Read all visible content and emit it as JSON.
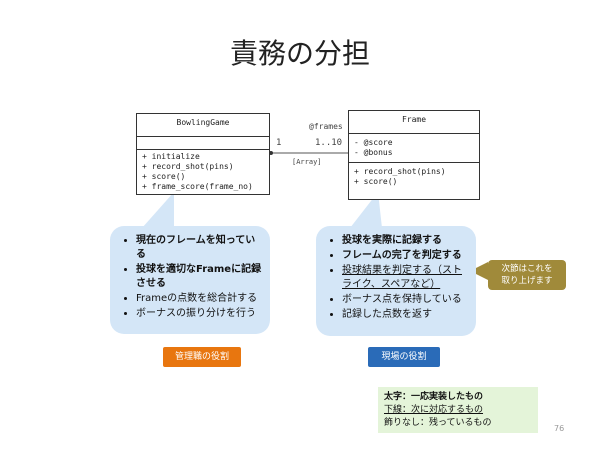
{
  "slide": {
    "title": "責務の分担",
    "page_number": "76"
  },
  "class_bowling": {
    "name": "BowlingGame",
    "methods": [
      "+ initialize",
      "+ record_shot(pins)",
      "+ score()",
      "+ frame_score(frame_no)"
    ]
  },
  "class_frame": {
    "name": "Frame",
    "attributes": [
      "- @score",
      "- @bonus"
    ],
    "methods": [
      "+ record_shot(pins)",
      "+ score()"
    ]
  },
  "association": {
    "role": "@frames",
    "left_multiplicity": "1",
    "right_multiplicity": "1..10",
    "type": "[Array]"
  },
  "bubble_left": {
    "items": [
      {
        "text": "現在のフレームを知っている",
        "style": "bold"
      },
      {
        "text": "投球を適切なFrameに記録させる",
        "style": "bold"
      },
      {
        "text": "Frameの点数を総合計する",
        "style": "plain"
      },
      {
        "text": "ボーナスの振り分けを行う",
        "style": "plain"
      }
    ]
  },
  "bubble_right": {
    "items": [
      {
        "text": "投球を実際に記録する",
        "style": "bold"
      },
      {
        "text": "フレームの完了を判定する",
        "style": "bold"
      },
      {
        "text": "投球結果を判定する（ストライク、スペアなど）",
        "style": "underline"
      },
      {
        "text": "ボーナス点を保持している",
        "style": "plain"
      },
      {
        "text": "記録した点数を返す",
        "style": "plain"
      }
    ]
  },
  "tags": {
    "left": "管理職の役割",
    "right": "現場の役割"
  },
  "callout": {
    "line1": "次節はこれを",
    "line2": "取り上げます"
  },
  "legend": {
    "bold": "太字：一応実装したもの",
    "underline": "下線：次に対応するもの",
    "plain": "飾りなし：残っているもの"
  },
  "colors": {
    "bubble": "#d4e6f7",
    "tag_left": "#e8760f",
    "tag_right": "#2a6bb8",
    "callout": "#a08a3a",
    "legend": "#e4f4d9"
  }
}
